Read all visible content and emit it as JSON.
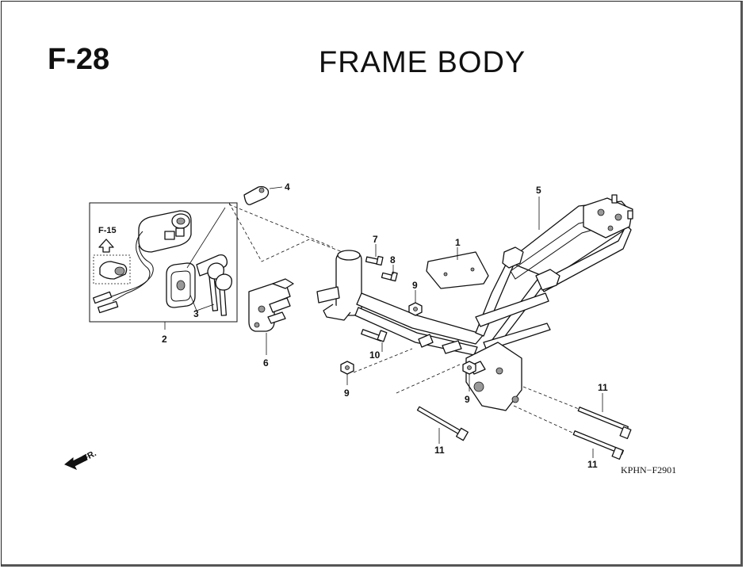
{
  "header": {
    "sheet_code": "F-28",
    "title": "FRAME BODY"
  },
  "reference": "F-15",
  "direction_label": "FR.",
  "drawing_code": "KPHN−F2901",
  "callouts": {
    "c1": "1",
    "c2": "2",
    "c3": "3",
    "c4": "4",
    "c5": "5",
    "c6": "6",
    "c7": "7",
    "c8": "8",
    "c9a": "9",
    "c9b": "9",
    "c9c": "9",
    "c10": "10",
    "c11a": "11",
    "c11b": "11",
    "c11c": "11"
  }
}
